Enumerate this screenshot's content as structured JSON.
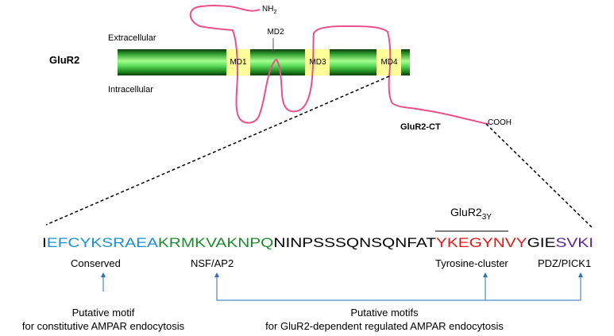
{
  "protein": {
    "name": "GluR2",
    "extracellular_label": "Extracellular",
    "intracellular_label": "Intracellular",
    "n_terminus": "NH",
    "n_terminus_subscript": "2",
    "c_terminus": "COOH",
    "ct_label": "GluR2-CT",
    "domains": [
      "MD1",
      "MD2",
      "MD3",
      "MD4"
    ]
  },
  "colors": {
    "chain": "#e8508a",
    "membrane_green": "#33cc33",
    "domain_yellow": "#ffff99",
    "conserved": "#1a8fd0",
    "nsf_ap2": "#1e8b2e",
    "tyrosine": "#e01818",
    "pdz": "#5a2590",
    "arrows": "#2e6fb5"
  },
  "sequence": {
    "segments": [
      {
        "text": "I",
        "color": "#000000"
      },
      {
        "text": "EFCYKSRAEA",
        "color": "#1a8fd0"
      },
      {
        "text": "KRMKVAKNPQ",
        "color": "#1e8b2e"
      },
      {
        "text": "NINPSSSQNSQNFAT",
        "color": "#000000"
      },
      {
        "text": "YKEGYNVY",
        "color": "#e01818"
      },
      {
        "text": "GIE",
        "color": "#000000"
      },
      {
        "text": "SVKI",
        "color": "#5a2590"
      }
    ],
    "glur2_3y_label": "GluR2",
    "glur2_3y_subscript": "3Y"
  },
  "motif_labels": {
    "conserved": "Conserved",
    "nsf_ap2": "NSF/AP2",
    "tyrosine": "Tyrosine-cluster",
    "pdz": "PDZ/PICK1"
  },
  "annotations": {
    "left_line1": "Putative motif",
    "left_line2": "for constitutive AMPAR endocytosis",
    "right_line1": "Putative motifs",
    "right_line2": "for GluR2-dependent regulated AMPAR endocytosis"
  }
}
